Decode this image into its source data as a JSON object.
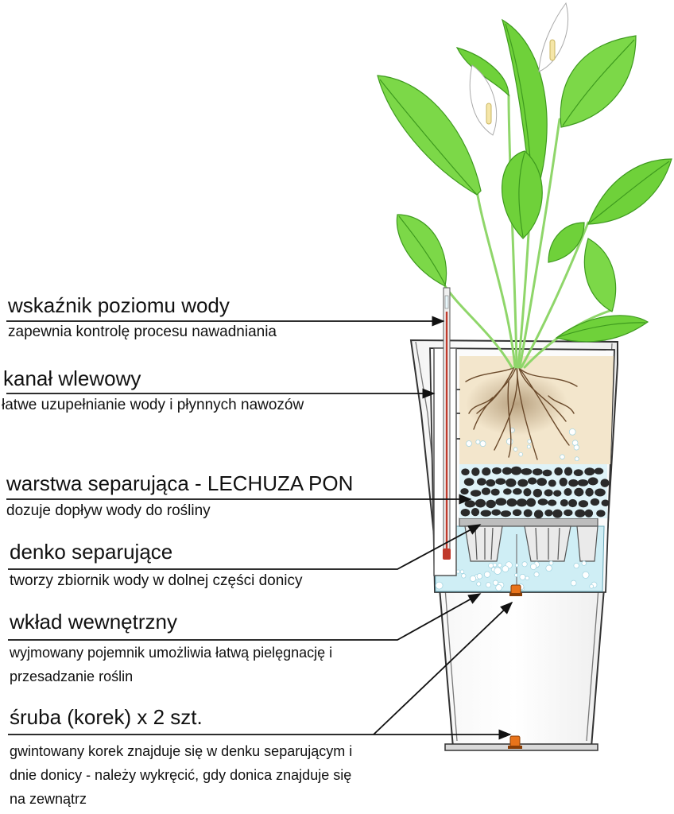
{
  "labels": [
    {
      "id": "wskaznik",
      "title": "wskaźnik poziomu wody",
      "desc": [
        "zapewnia kontrolę procesu nawadniania"
      ]
    },
    {
      "id": "kanal",
      "title": "kanał wlewowy",
      "desc": [
        "łatwe uzupełnianie wody i płynnych nawozów"
      ]
    },
    {
      "id": "warstwa",
      "title": "warstwa separująca - LECHUZA PON",
      "desc": [
        "dozuje dopływ wody do rośliny"
      ]
    },
    {
      "id": "denko",
      "title": "denko separujące",
      "desc": [
        "tworzy zbiornik wody w dolnej części donicy"
      ]
    },
    {
      "id": "wklad",
      "title": "wkład wewnętrzny",
      "desc": [
        "wyjmowany pojemnik umożliwia łatwą pielęgnację i",
        "przesadzanie roślin"
      ]
    },
    {
      "id": "sruba",
      "title": "śruba (korek) x 2 szt.",
      "desc": [
        "gwintowany korek znajduje się w denku separującym i",
        "dnie donicy - należy wykręcić, gdy donica znajduje się",
        "na zewnątrz"
      ]
    }
  ],
  "colors": {
    "leaf": "#6fd13a",
    "leaf_dark": "#3e9a1e",
    "soil": "#f3e6cc",
    "water": "#cfeef5",
    "pebble": "#2a2a2a",
    "cork": "#e8731a",
    "indicator": "#c0392b"
  }
}
